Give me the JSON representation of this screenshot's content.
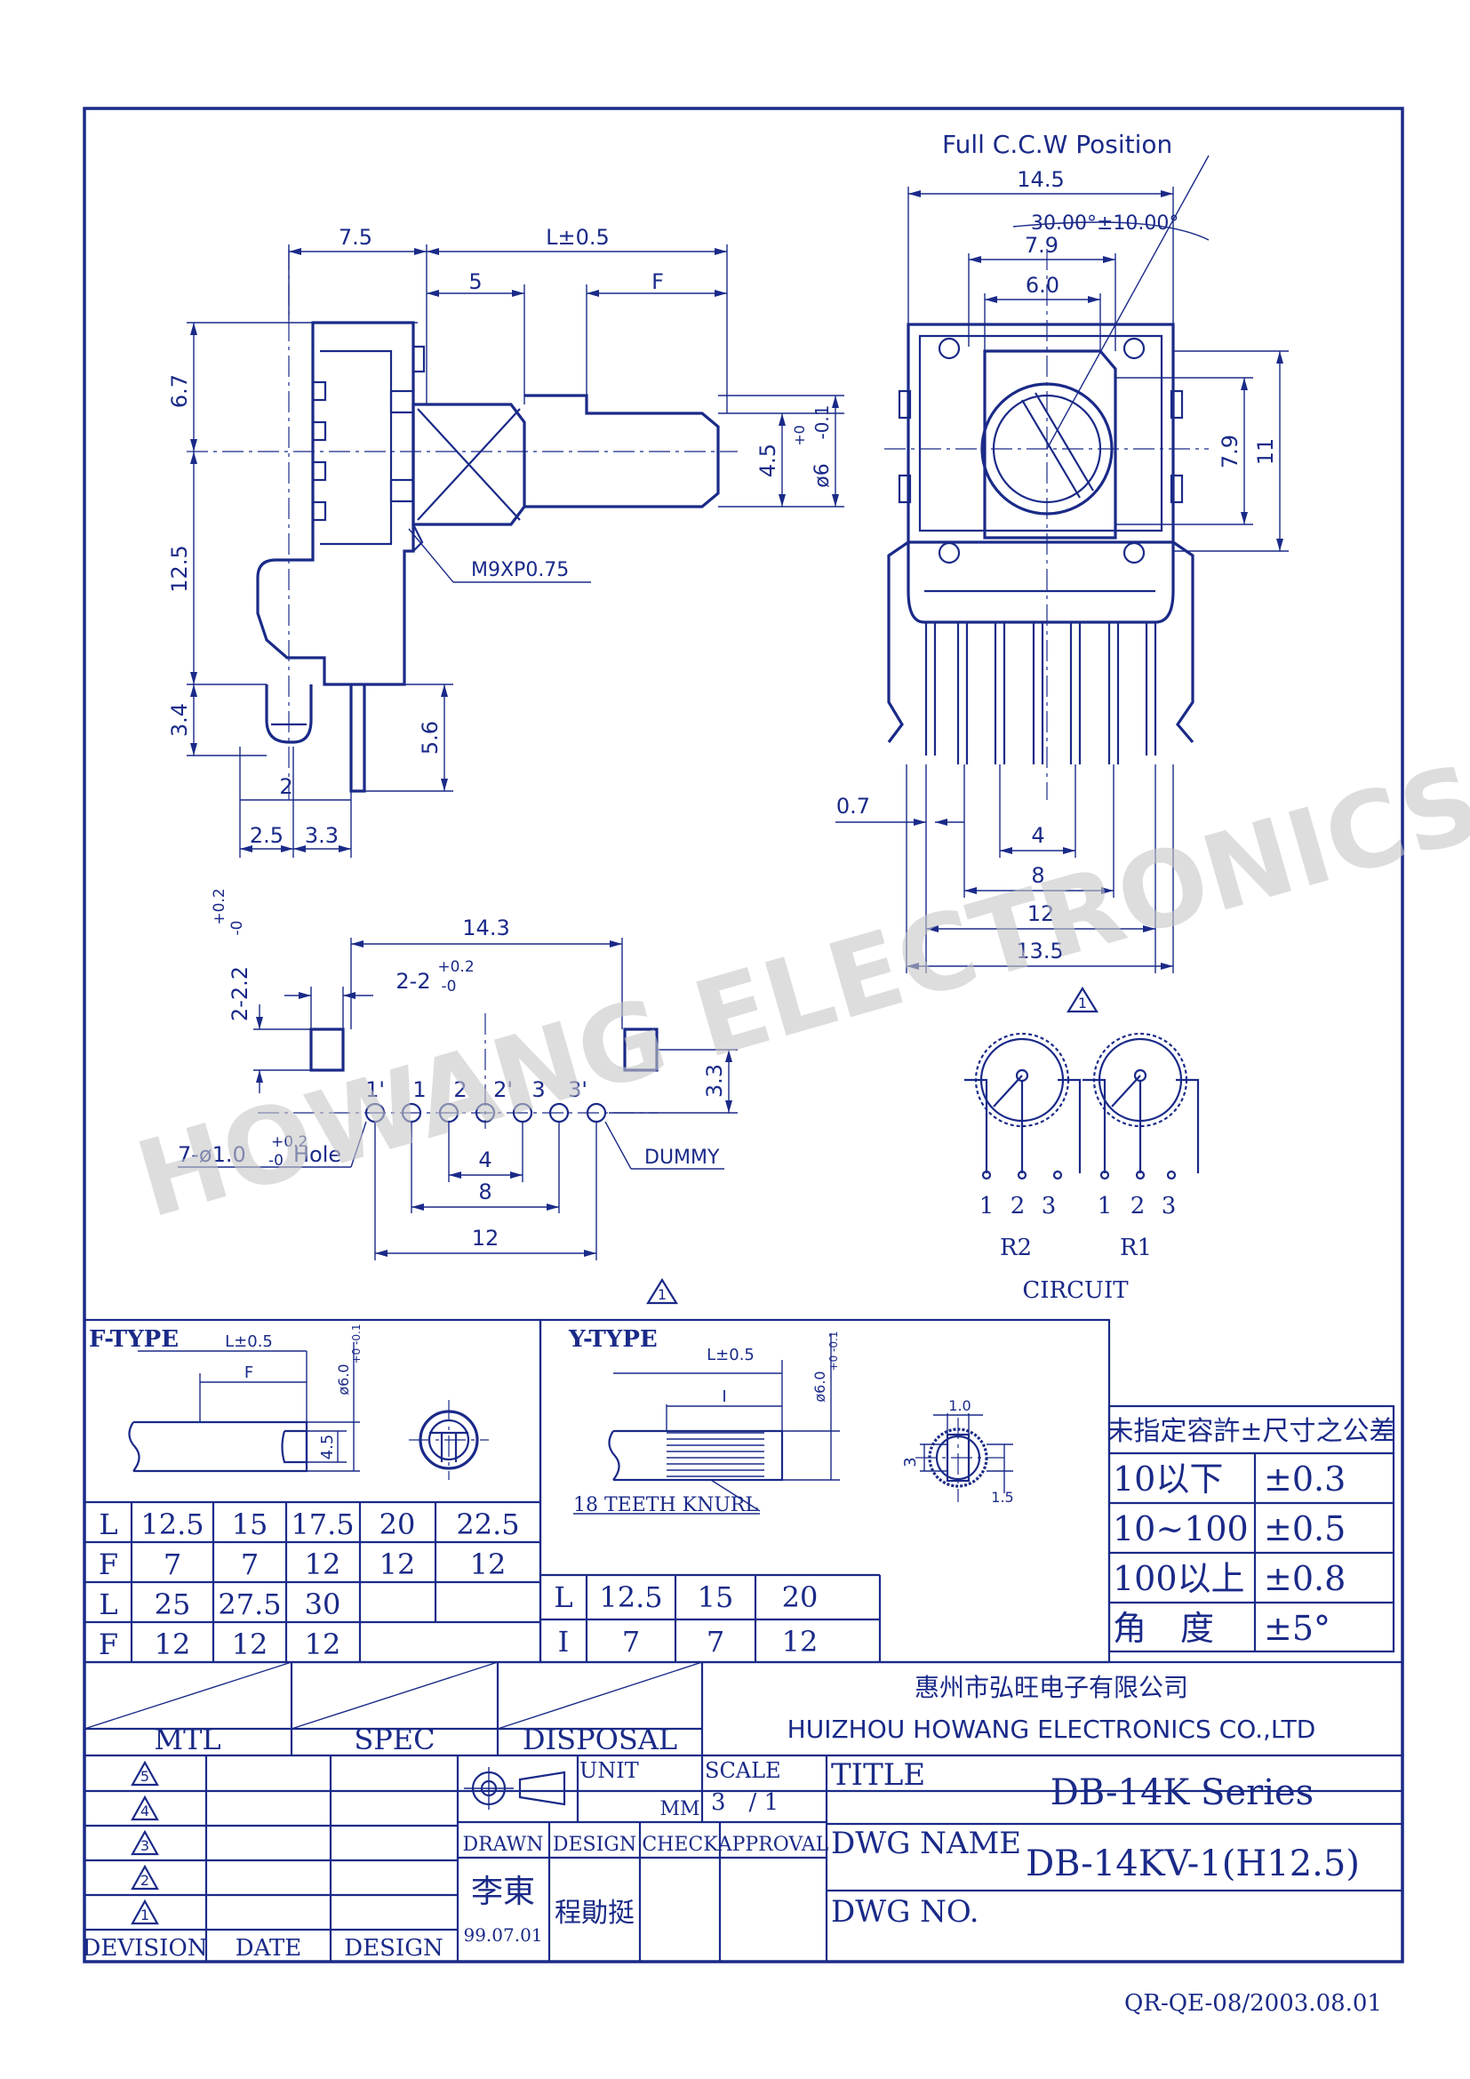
{
  "watermark": "HOWANG ELECTRONICS",
  "colors": {
    "ink": "#1a2a88",
    "paper": "#ffffff",
    "watermark": "#c8c8c8"
  },
  "side_view": {
    "dim_7_5": "7.5",
    "dim_L": "L±0.5",
    "dim_5": "5",
    "dim_F": "F",
    "dim_6_7": "6.7",
    "dim_12_5": "12.5",
    "dim_3_4": "3.4",
    "dim_5_6": "5.6",
    "dim_2": "2",
    "dim_2_5": "2.5",
    "dim_3_3": "3.3",
    "dim_4_5": "4.5",
    "dim_shaft_dia": "ø6",
    "dim_shaft_tol": "+0",
    "dim_shaft_tol2": "-0.1",
    "thread": "M9XP0.75"
  },
  "front_view": {
    "rotation_note": "Full C.C.W Position",
    "dim_14_5": "14.5",
    "angle": "30.00°±10.00°",
    "dim_7_9_top": "7.9",
    "dim_6_0": "6.0",
    "dim_7_9_side": "7.9",
    "dim_11": "11",
    "dim_0_7": "0.7",
    "dim_4": "4",
    "dim_8": "8",
    "dim_12": "12",
    "dim_13_5": "13.5"
  },
  "footprint": {
    "dim_14_3": "14.3",
    "dim_2_2_2": "2-2.2",
    "dim_2_2_2_tol_top": "+0.2",
    "dim_2_2_2_tol_bot": "-0",
    "dim_2_2": "2-2",
    "dim_2_2_tol_top": "+0.2",
    "dim_2_2_tol_bot": "-0",
    "dim_3_3": "3.3",
    "hole": "7-ø1.0",
    "hole_tol_top": "+0.2",
    "hole_tol_bot": "-0",
    "hole_suffix": "Hole",
    "dummy": "DUMMY",
    "pin_labels": [
      "1'",
      "1",
      "2",
      "2'",
      "3",
      "3'"
    ],
    "dim_4": "4",
    "dim_8": "8",
    "dim_12": "12"
  },
  "circuit": {
    "title": "CIRCUIT",
    "r2": "R2",
    "r1": "R1",
    "pins_r2": [
      "1",
      "2",
      "3"
    ],
    "pins_r1": [
      "1",
      "2",
      "3"
    ]
  },
  "revision_mark": "1",
  "f_type": {
    "title": "F-TYPE",
    "dim_L": "L±0.5",
    "dim_F": "F",
    "dim_4_5": "4.5",
    "dim_dia": "ø6.0",
    "dim_dia_tol": "+0 -0.1",
    "rows": [
      {
        "label": "L",
        "values": [
          "12.5",
          "15",
          "17.5",
          "20",
          "22.5"
        ]
      },
      {
        "label": "F",
        "values": [
          "7",
          "7",
          "12",
          "12",
          "12"
        ]
      },
      {
        "label": "L",
        "values": [
          "25",
          "27.5",
          "30",
          "",
          ""
        ]
      },
      {
        "label": "F",
        "values": [
          "12",
          "12",
          "12",
          "",
          ""
        ]
      }
    ]
  },
  "y_type": {
    "title": "Y-TYPE",
    "dim_L": "L±0.5",
    "dim_I": "I",
    "dim_dia": "ø6.0",
    "dim_dia_tol": "+0 -0.1",
    "knurl": "18 TEETH KNURL",
    "dim_1_0": "1.0",
    "dim_3": "3",
    "dim_1_5": "1.5",
    "rows": [
      {
        "label": "L",
        "values": [
          "12.5",
          "15",
          "20"
        ]
      },
      {
        "label": "I",
        "values": [
          "7",
          "7",
          "12"
        ]
      }
    ]
  },
  "tolerance_table": {
    "header": "未指定容許±尺寸之公差",
    "rows": [
      {
        "range": "10以下",
        "tol": "±0.3"
      },
      {
        "range": "10~100",
        "tol": "±0.5"
      },
      {
        "range": "100以上",
        "tol": "±0.8"
      },
      {
        "range": "角　度",
        "tol": "±5°"
      }
    ]
  },
  "title_block": {
    "company_cn": "惠州市弘旺电子有限公司",
    "company_en": "HUIZHOU HOWANG ELECTRONICS CO.,LTD",
    "mtl": "MTL",
    "spec": "SPEC",
    "disposal": "DISPOSAL",
    "unit": "UNIT",
    "unit_val": "MM",
    "scale": "SCALE",
    "scale_val": "3　/ 1",
    "title_label": "TITLE",
    "title_val": "DB-14K Series",
    "dwg_name_label": "DWG NAME",
    "dwg_name_val": "DB-14KV-1(H12.5)",
    "dwg_no_label": "DWG NO.",
    "drawn": "DRAWN",
    "design": "DESIGN",
    "check": "CHECK",
    "approval": "APPROVAL",
    "drawn_by": "李東",
    "drawn_date": "99.07.01",
    "designer": "程勛挺",
    "revisions": [
      "5",
      "4",
      "3",
      "2",
      "1"
    ],
    "division": "DEVISION",
    "date": "DATE",
    "design_col": "DESIGN"
  },
  "form_no": "QR-QE-08/2003.08.01"
}
